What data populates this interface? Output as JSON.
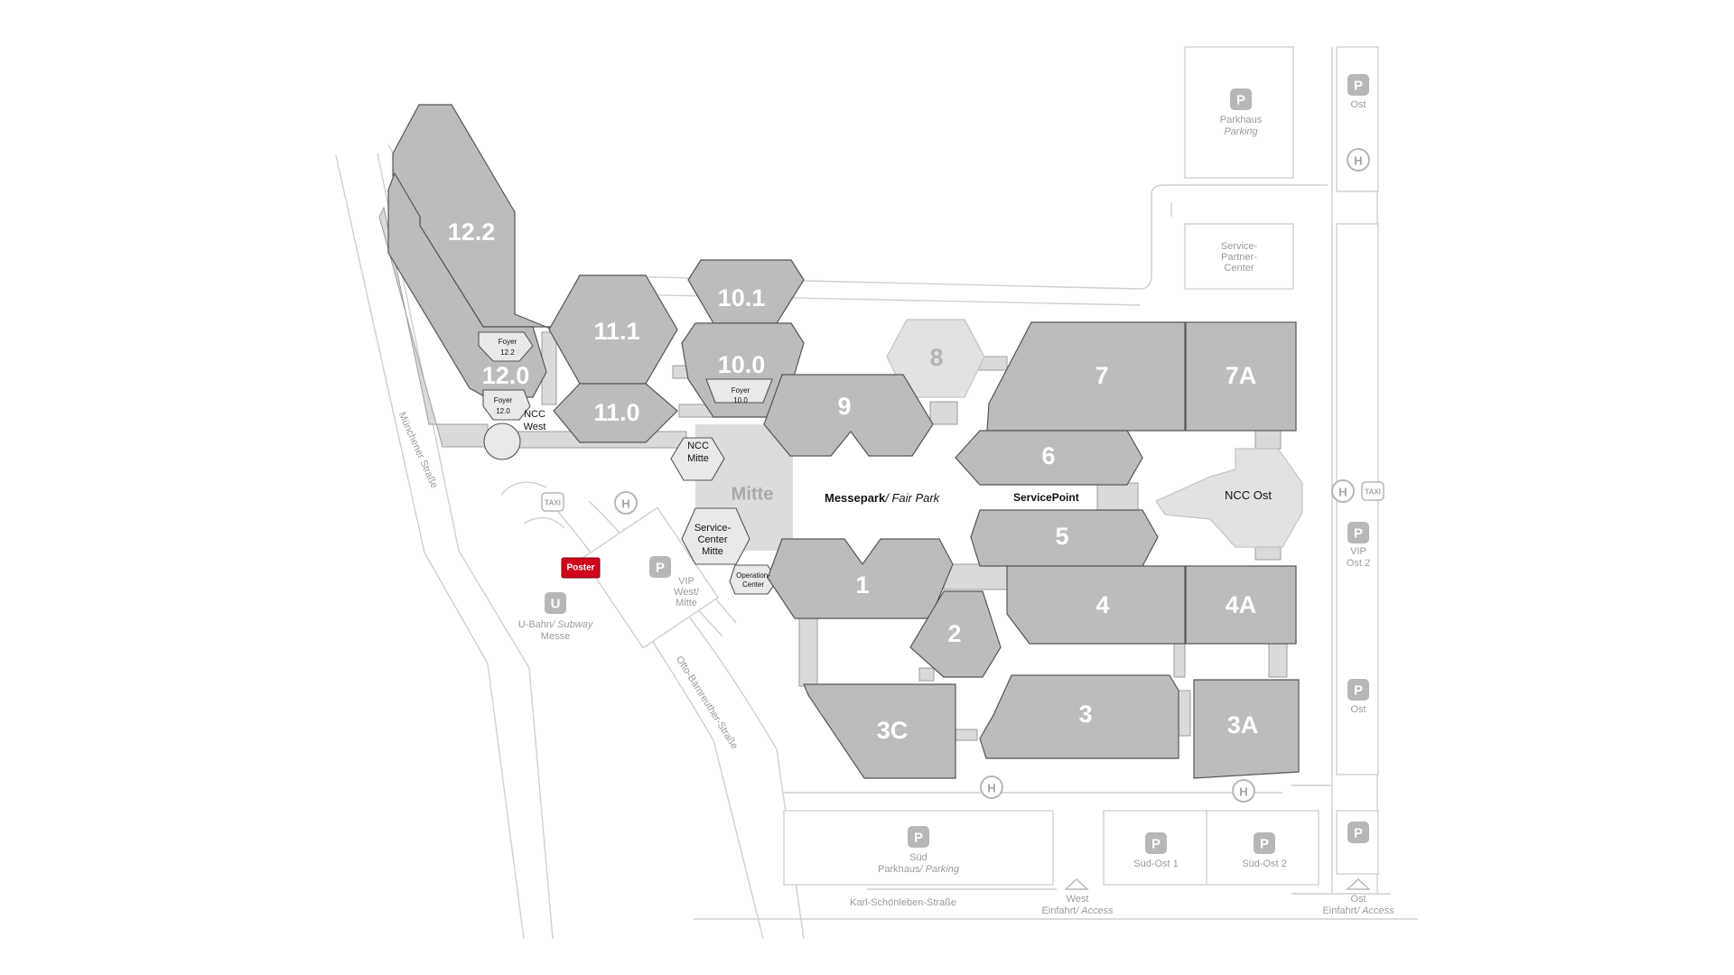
{
  "halls": {
    "h122": "12.2",
    "h120": "12.0",
    "h111": "11.1",
    "h110": "11.0",
    "h101": "10.1",
    "h100": "10.0",
    "h8": "8",
    "h9": "9",
    "h7": "7",
    "h7a": "7A",
    "h6": "6",
    "h5": "5",
    "h4": "4",
    "h4a": "4A",
    "h1": "1",
    "h2": "2",
    "h3": "3",
    "h3a": "3A",
    "h3c": "3C"
  },
  "areas": {
    "foyer122_l1": "Foyer",
    "foyer122_l2": "12.2",
    "foyer120_l1": "Foyer",
    "foyer120_l2": "12.0",
    "foyer100_l1": "Foyer",
    "foyer100_l2": "10.0",
    "ncc_west_l1": "NCC",
    "ncc_west_l2": "West",
    "ncc_mitte_l1": "NCC",
    "ncc_mitte_l2": "Mitte",
    "mitte": "Mitte",
    "service_center_l1": "Service-",
    "service_center_l2": "Center",
    "service_center_l3": "Mitte",
    "operation_center_l1": "Operation-",
    "operation_center_l2": "Center",
    "ncc_ost": "NCC Ost",
    "service_point": "ServicePoint",
    "messepark": "Messepark",
    "messepark_en": "/ Fair Park",
    "service_partner_l1": "Service-",
    "service_partner_l2": "Partner-",
    "service_partner_l3": "Center"
  },
  "parking": {
    "parkhaus_l1": "Parkhaus",
    "parkhaus_l2": "Parking",
    "ost_top": "Ost",
    "vip_ost2_l1": "VIP",
    "vip_ost2_l2": "Ost 2",
    "ost_mid": "Ost",
    "vip_west_l1": "VIP",
    "vip_west_l2": "West/",
    "vip_west_l3": "Mitte",
    "sued_l1": "Süd",
    "sued_l2a": "Parkhaus",
    "sued_l2b": "/ Parking",
    "sued_ost1": "Süd-Ost 1",
    "sued_ost2": "Süd-Ost 2"
  },
  "transit": {
    "ubahn_l1a": "U-Bahn",
    "ubahn_l1b": "/ Subway",
    "ubahn_l2": "Messe",
    "taxi": "TAXI",
    "h_symbol": "H",
    "u_symbol": "U",
    "p_symbol": "P"
  },
  "streets": {
    "muenchener": "Münchener Straße",
    "otto": "Otto-Bärnreuther-Straße",
    "karl": "Karl-Schönleben-Straße"
  },
  "access": {
    "west_l1": "West",
    "west_l2a": "Einfahrt",
    "west_l2b": "/ Access",
    "ost_l1": "Ost",
    "ost_l2a": "Einfahrt",
    "ost_l2b": "/ Access"
  },
  "marker": {
    "poster": "Poster",
    "color": "#d0021b"
  },
  "colors": {
    "hall": "#bcbcbc",
    "hall_outline": "#555555",
    "hall_inactive": "#e2e2e2",
    "roads": "#cfcfcf",
    "symbols": "#b7b7b7"
  }
}
